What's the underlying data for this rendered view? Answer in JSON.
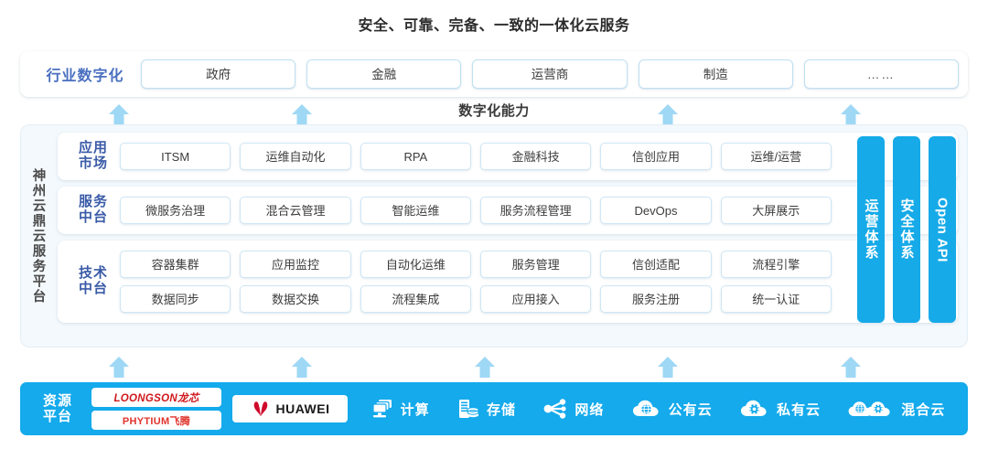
{
  "title": "安全、可靠、完备、一致的一体化云服务",
  "industry": {
    "label": "行业数字化",
    "items": [
      "政府",
      "金融",
      "运营商",
      "制造",
      "……"
    ]
  },
  "capability_caption": "数字化能力",
  "platform": {
    "label": "神州云鼎云服务平台",
    "layers": [
      {
        "label": "应用\n市场",
        "label_line1": "应用",
        "label_line2": "市场",
        "rows": [
          [
            "ITSM",
            "运维自动化",
            "RPA",
            "金融科技",
            "信创应用",
            "运维/运营"
          ]
        ]
      },
      {
        "label_line1": "服务",
        "label_line2": "中台",
        "rows": [
          [
            "微服务治理",
            "混合云管理",
            "智能运维",
            "服务流程管理",
            "DevOps",
            "大屏展示"
          ]
        ]
      },
      {
        "label_line1": "技术",
        "label_line2": "中台",
        "rows": [
          [
            "容器集群",
            "应用监控",
            "自动化运维",
            "服务管理",
            "信创适配",
            "流程引擎"
          ],
          [
            "数据同步",
            "数据交换",
            "流程集成",
            "应用接入",
            "服务注册",
            "统一认证"
          ]
        ]
      }
    ],
    "vertical_bars": [
      {
        "text": "运营体系",
        "type": "cjk"
      },
      {
        "text": "安全体系",
        "type": "cjk"
      },
      {
        "text": "Open API",
        "type": "latin"
      }
    ]
  },
  "resource": {
    "label_line1": "资源",
    "label_line2": "平台",
    "vendors": [
      {
        "name": "LOONGSON龙芯"
      },
      {
        "name": "PHYTIUM飞腾"
      }
    ],
    "huawei": "HUAWEI",
    "items": [
      {
        "label": "计算",
        "icon": "compute-icon"
      },
      {
        "label": "存储",
        "icon": "storage-icon"
      },
      {
        "label": "网络",
        "icon": "network-icon"
      },
      {
        "label": "公有云",
        "icon": "public-cloud-icon"
      },
      {
        "label": "私有云",
        "icon": "private-cloud-icon"
      },
      {
        "label": "混合云",
        "icon": "hybrid-cloud-icon"
      }
    ]
  },
  "colors": {
    "brand_blue": "#14aaec",
    "arrow_blue": "#9ed8f5",
    "label_indigo": "#3a5ba8",
    "industry_indigo": "#4a6fc0",
    "panel_bg": "#f3f9fd"
  },
  "arrows": {
    "top_positions": [
      130,
      330,
      730,
      930
    ],
    "bottom_positions": [
      130,
      330,
      530,
      730,
      930
    ]
  }
}
